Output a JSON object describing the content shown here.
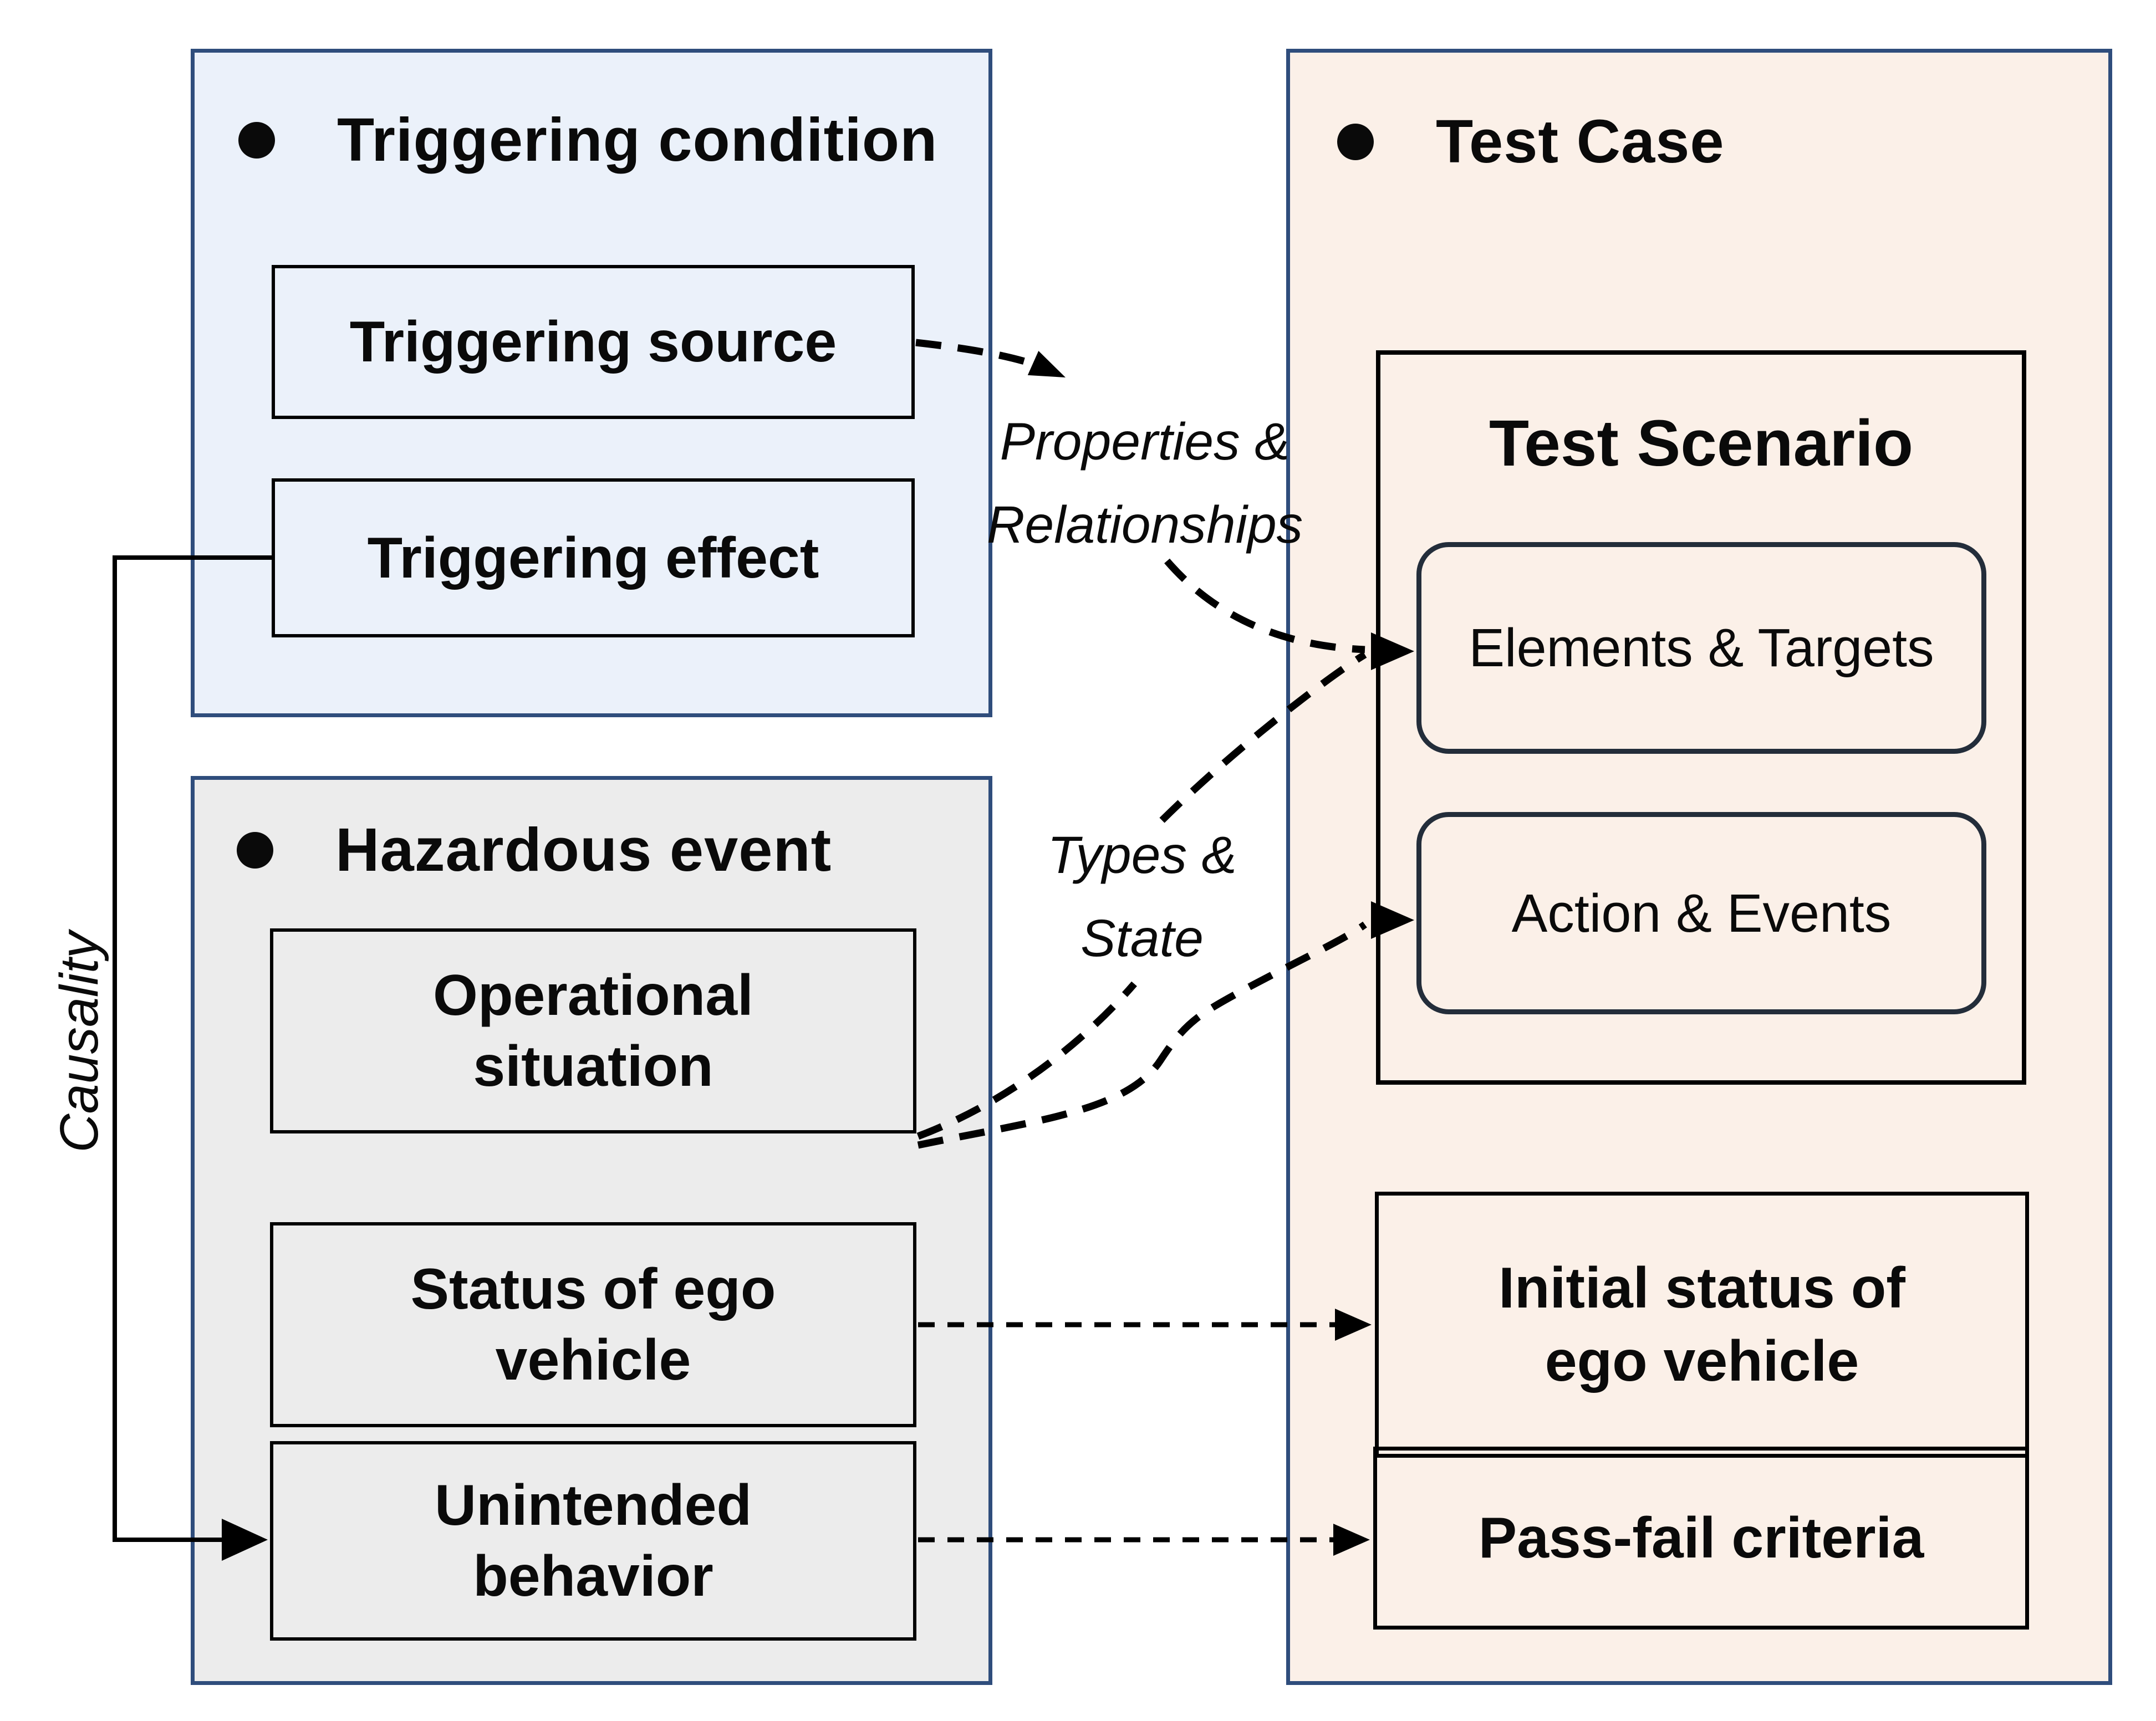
{
  "diagram": {
    "type": "concept-mapping-diagram",
    "colors": {
      "panel_border": "#2f4d7c",
      "panel_blue_fill": "#ebf1fa",
      "panel_gray_fill": "#ececec",
      "panel_peach_fill": "#fbf0e8",
      "inner_box_border": "#000000",
      "rounded_box_border": "#232d3a",
      "line_color": "#000000",
      "text_color": "#0a0a0a",
      "background": "#ffffff"
    }
  },
  "panels": {
    "triggering_condition": {
      "title": "Triggering condition",
      "boxes": {
        "source": "Triggering source",
        "effect": "Triggering effect"
      }
    },
    "hazardous_event": {
      "title": "Hazardous event",
      "boxes": {
        "operational": {
          "line1": "Operational",
          "line2": "situation"
        },
        "status": {
          "line1": "Status of ego",
          "line2": "vehicle"
        },
        "unintended": {
          "line1": "Unintended",
          "line2": "behavior"
        }
      }
    },
    "test_case": {
      "title": "Test Case",
      "scenario": {
        "title": "Test Scenario",
        "elements_targets": "Elements & Targets",
        "action_events": "Action & Events"
      },
      "initial_status": {
        "line1": "Initial status of",
        "line2": "ego vehicle"
      },
      "pass_fail": "Pass-fail criteria"
    }
  },
  "annotations": {
    "properties_relationships": {
      "line1": "Properties &",
      "line2": "Relationships"
    },
    "types_state": {
      "line1": "Types &",
      "line2": "State"
    },
    "causality": "Causality"
  }
}
